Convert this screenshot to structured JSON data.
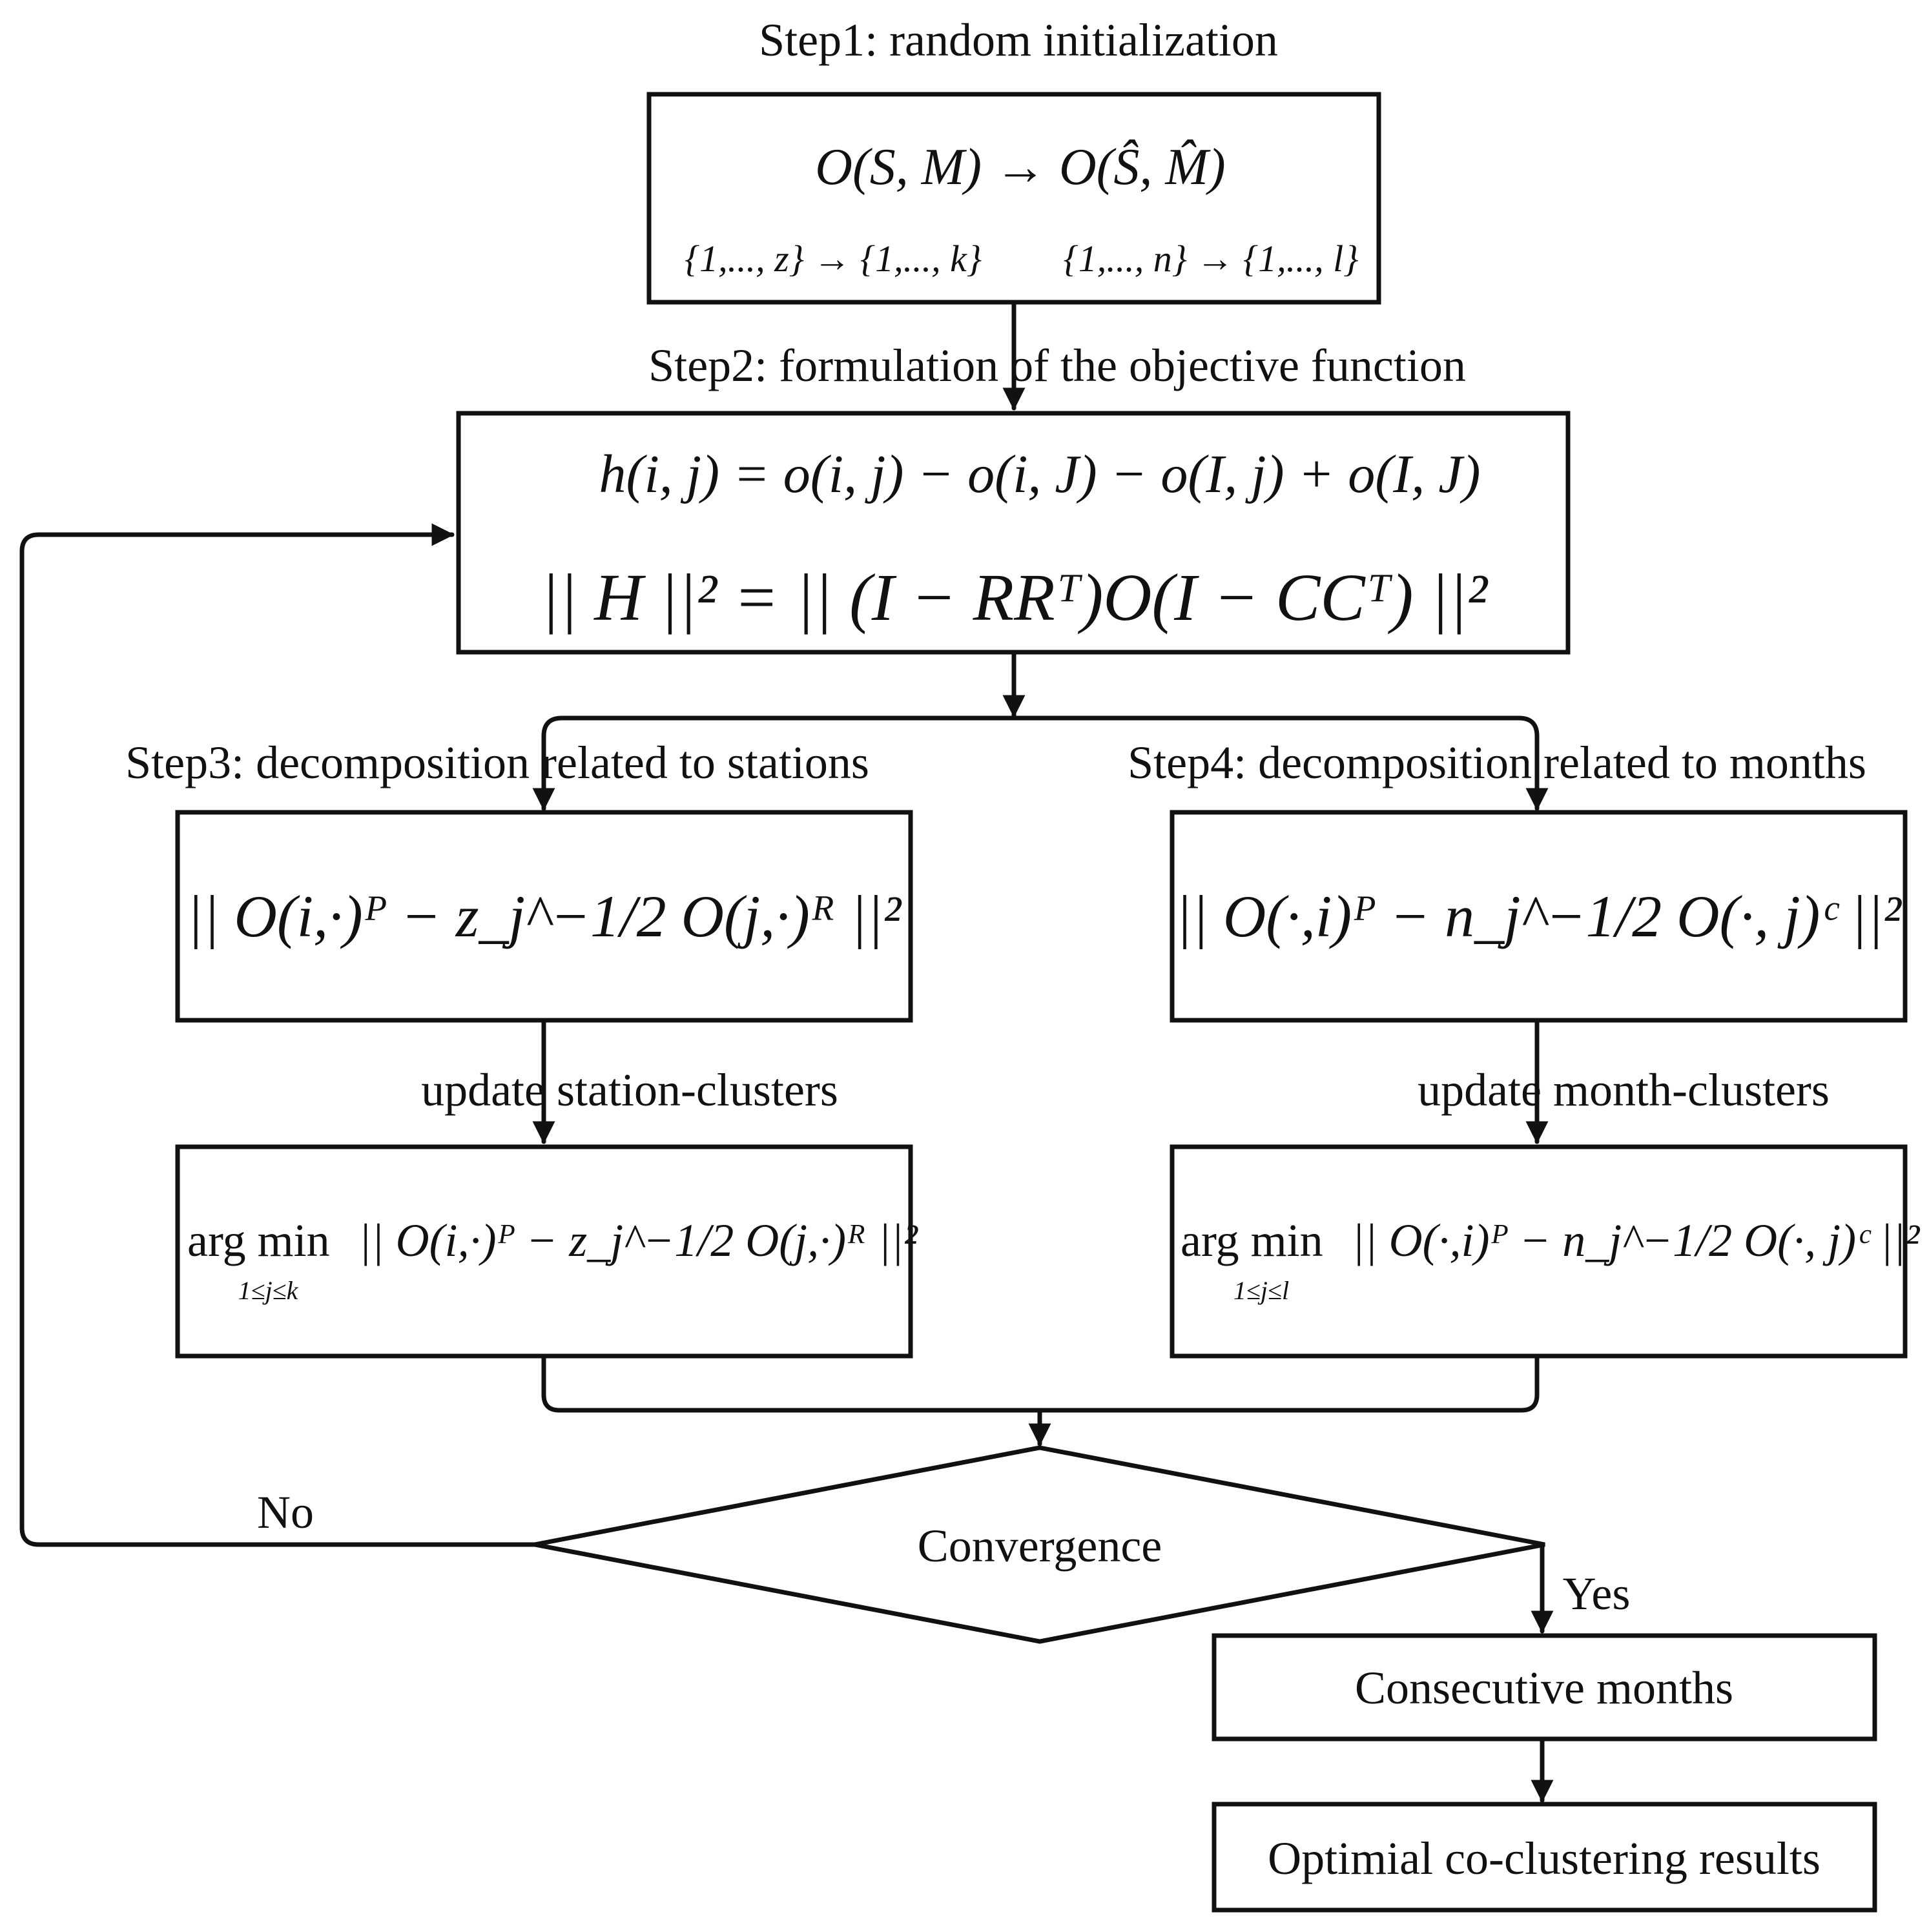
{
  "steps": {
    "step1": "Step1: random initialization",
    "step2": "Step2: formulation of the objective function",
    "step3": "Step3: decomposition related to stations",
    "step4": "Step4: decomposition related to months",
    "update_left": "update station-clusters",
    "update_right": "update month-clusters"
  },
  "boxes": {
    "init_eq1": "O(S, M) → O(Ŝ, M̂)",
    "init_eq2a": "{1,..., z} → {1,..., k}",
    "init_eq2b": "{1,..., n} → {1,..., l}",
    "obj_eq1": "h(i, j) = o(i, j) − o(i, J) − o(I, j) + o(I, J)",
    "obj_eq2": "|| H ||² = || (I − RRᵀ)O(I − CCᵀ) ||²",
    "station_decomp": "|| O(i,·)ᴾ − z_j^−1/2 O(j,·)ᴿ ||²",
    "month_decomp": "|| O(·,i)ᴾ − n_j^−1/2 O(·, j)ᶜ ||²",
    "station_update_prefix": "arg min",
    "station_update_sub": "1≤j≤k",
    "station_update_eq": "|| O(i,·)ᴾ − z_j^−1/2 O(j,·)ᴿ ||²",
    "month_update_prefix": "arg min",
    "month_update_sub": "1≤j≤l",
    "month_update_eq": "|| O(·,i)ᴾ − n_j^−1/2 O(·, j)ᶜ ||²",
    "decision": "Convergence",
    "consecutive": "Consecutive months",
    "result": "Optimial co-clustering results"
  },
  "edges": {
    "no_label": "No",
    "yes_label": "Yes"
  }
}
